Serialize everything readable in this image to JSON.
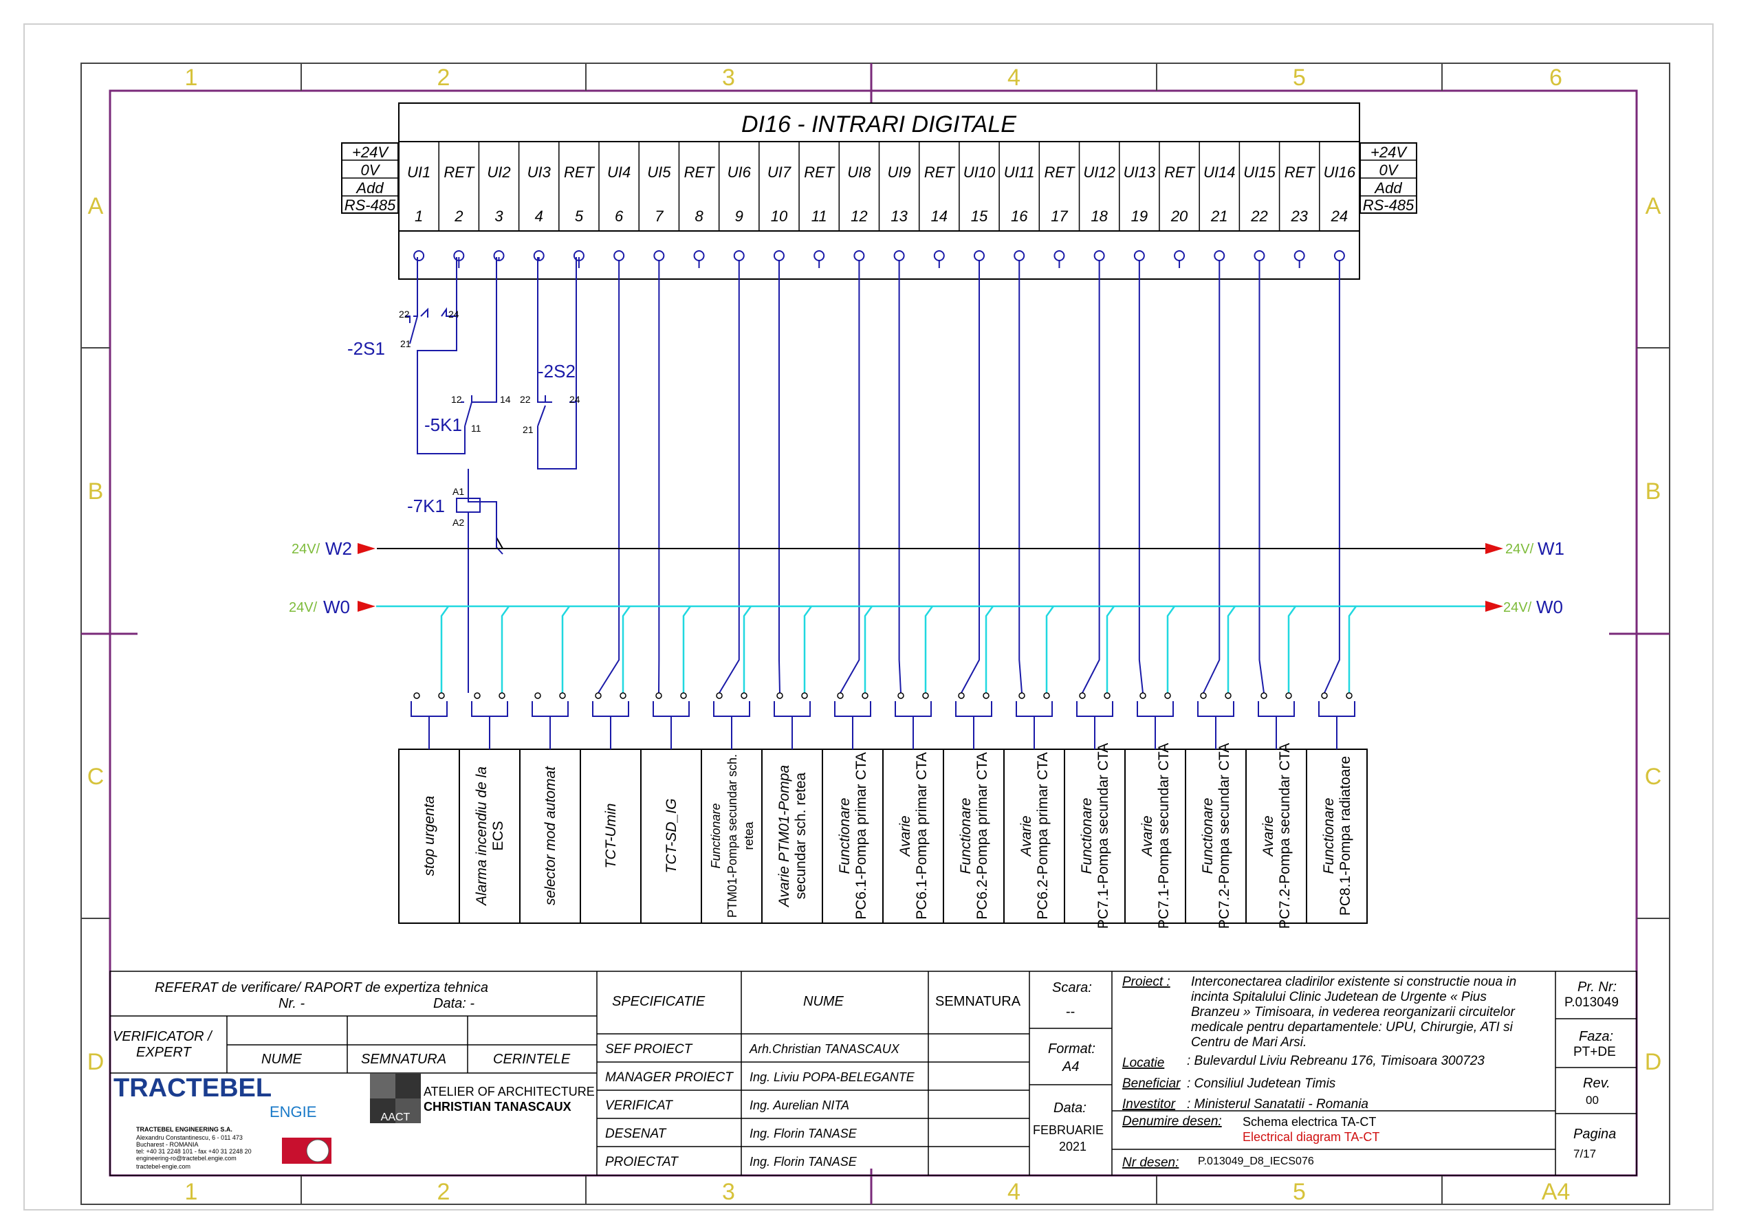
{
  "frame": {
    "columns": [
      "1",
      "2",
      "3",
      "4",
      "5",
      "6"
    ],
    "columns_bottom": [
      "1",
      "2",
      "3",
      "4",
      "5",
      "A4"
    ],
    "rows": [
      "A",
      "B",
      "C",
      "D"
    ]
  },
  "module": {
    "title": "DI16 - INTRARI DIGITALE",
    "left_labels": [
      "+24V",
      "0V",
      "Add",
      "RS-485"
    ],
    "right_labels": [
      "+24V",
      "0V",
      "Add",
      "RS-485"
    ],
    "terminals": [
      {
        "label": "UI1",
        "num": "1"
      },
      {
        "label": "RET",
        "num": "2"
      },
      {
        "label": "UI2",
        "num": "3"
      },
      {
        "label": "UI3",
        "num": "4"
      },
      {
        "label": "RET",
        "num": "5"
      },
      {
        "label": "UI4",
        "num": "6"
      },
      {
        "label": "UI5",
        "num": "7"
      },
      {
        "label": "RET",
        "num": "8"
      },
      {
        "label": "UI6",
        "num": "9"
      },
      {
        "label": "UI7",
        "num": "10"
      },
      {
        "label": "RET",
        "num": "11"
      },
      {
        "label": "UI8",
        "num": "12"
      },
      {
        "label": "UI9",
        "num": "13"
      },
      {
        "label": "RET",
        "num": "14"
      },
      {
        "label": "UI10",
        "num": "15"
      },
      {
        "label": "UI11",
        "num": "16"
      },
      {
        "label": "RET",
        "num": "17"
      },
      {
        "label": "UI12",
        "num": "18"
      },
      {
        "label": "UI13",
        "num": "19"
      },
      {
        "label": "RET",
        "num": "20"
      },
      {
        "label": "UI14",
        "num": "21"
      },
      {
        "label": "UI15",
        "num": "22"
      },
      {
        "label": "RET",
        "num": "23"
      },
      {
        "label": "UI16",
        "num": "24"
      }
    ]
  },
  "components": {
    "s1": {
      "name": "-2S1",
      "pin_a": "22",
      "pin_b": "24",
      "pin_c": "21"
    },
    "k1": {
      "name": "-5K1",
      "pin_a": "12",
      "pin_b": "14",
      "pin_c": "11"
    },
    "s2": {
      "name": "-2S2",
      "pin_a": "22",
      "pin_b": "24",
      "pin_c": "21"
    },
    "k7": {
      "name": "-7K1",
      "pin_a": "A1",
      "pin_b": "A2"
    }
  },
  "wires": {
    "w2_left": {
      "volt": "24V/",
      "name": "W2"
    },
    "w1_right": {
      "volt": "24V/",
      "name": "W1"
    },
    "w0_left": {
      "volt": "24V/",
      "name": "W0"
    },
    "w0_right": {
      "volt": "24V/",
      "name": "W0"
    }
  },
  "signals": [
    {
      "lines": [
        "stop urgenta"
      ]
    },
    {
      "lines": [
        "Alarma incendiu de la",
        "ECS"
      ]
    },
    {
      "lines": [
        "selector mod automat"
      ]
    },
    {
      "lines": [
        "TCT-Umin"
      ]
    },
    {
      "lines": [
        "TCT-SD_IG"
      ]
    },
    {
      "lines": [
        "Functionare",
        "PTM01-Pompa secundar sch.",
        "retea"
      ]
    },
    {
      "lines": [
        "Avarie PTM01-Pompa",
        "secundar sch. retea"
      ]
    },
    {
      "lines": [
        "Functionare",
        "PC6.1-Pompa primar CTA"
      ]
    },
    {
      "lines": [
        "Avarie",
        "PC6.1-Pompa primar CTA"
      ]
    },
    {
      "lines": [
        "Functionare",
        "PC6.2-Pompa primar CTA"
      ]
    },
    {
      "lines": [
        "Avarie",
        "PC6.2-Pompa primar CTA"
      ]
    },
    {
      "lines": [
        "Functionare",
        "PC7.1-Pompa secundar CTA"
      ]
    },
    {
      "lines": [
        "Avarie",
        "PC7.1-Pompa secundar CTA"
      ]
    },
    {
      "lines": [
        "Functionare",
        "PC7.2-Pompa secundar CTA"
      ]
    },
    {
      "lines": [
        "Avarie",
        "PC7.2-Pompa secundar CTA"
      ]
    },
    {
      "lines": [
        "Functionare",
        "PC8.1-Pompa radiatoare"
      ]
    }
  ],
  "title_block": {
    "referat_line1": "REFERAT de verificare/ RAPORT de expertiza tehnica",
    "referat_nr": "Nr. -",
    "referat_data": "Data: -",
    "verificator": [
      "VERIFICATOR /",
      "EXPERT"
    ],
    "col_nume": "NUME",
    "col_semnatura": "SEMNATURA",
    "col_cerintele": "CERINTELE",
    "spec_header": "SPECIFICATIE",
    "nume_header": "NUME",
    "semn_header": "SEMNATURA",
    "roles": [
      {
        "role": "SEF PROIECT",
        "name": "Arh.Christian TANASCAUX"
      },
      {
        "role": "MANAGER PROIECT",
        "name": "Ing. Liviu POPA-BELEGANTE"
      },
      {
        "role": "VERIFICAT",
        "name": "Ing. Aurelian NITA"
      },
      {
        "role": "DESENAT",
        "name": "Ing. Florin TANASE"
      },
      {
        "role": "PROIECTAT",
        "name": "Ing. Florin TANASE"
      }
    ],
    "scara_label": "Scara:",
    "scara_value": "--",
    "format_label": "Format:",
    "format_value": "A4",
    "data_label": "Data:",
    "data_value": [
      "FEBRUARIE",
      "2021"
    ],
    "proiect_label": "Proiect :",
    "proiect_text": [
      "Interconectarea cladirilor existente si constructie noua in",
      "incinta Spitalului Clinic Judetean de Urgente « Pius",
      "Branzeu » Timisoara, in vederea reorganizarii circuitelor",
      "medicale pentru departamentele: UPU, Chirurgie, ATI si",
      "Centru de Mari Arsi."
    ],
    "locatie_label": "Locatie",
    "locatie_text": ": Bulevardul Liviu Rebreanu 176, Timisoara 300723",
    "beneficiar_label": "Beneficiar",
    "beneficiar_text": ": Consiliul Judetean Timis",
    "investitor_label": "Investitor",
    "investitor_text": ": Ministerul Sanatatii - Romania",
    "denumire_label": "Denumire desen:",
    "denumire_ro": "Schema electrica TA-CT",
    "denumire_en": "Electrical diagram TA-CT",
    "nrdesen_label": "Nr desen:",
    "nrdesen_value": "P.013049_D8_IECS076",
    "prnr_label": "Pr. Nr:",
    "prnr_value": "P.013049",
    "faza_label": "Faza:",
    "faza_value": "PT+DE",
    "rev_label": "Rev.",
    "rev_value": "00",
    "pagina_label": "Pagina",
    "pagina_value": "7/17",
    "tractebel_logo": "TRACTEBEL",
    "engie_logo": "ENGIE",
    "tractebel_company": "TRACTEBEL ENGINEERING S.A.",
    "tractebel_address": [
      "Alexandru Constantinescu, 6 - 011 473",
      "Bucharest - ROMANIA",
      "tel: +40 31 2248 101 - fax +40 31 2248 20",
      "engineering-ro@tractebel.engie.com",
      "tractebel-engie.com"
    ],
    "atelier_line1": "ATELIER OF ARCHITECTURE",
    "atelier_line2": "CHRISTIAN TANASCAUX",
    "aact": "AACT"
  },
  "colors": {
    "frame_purple": "#7a2a7a",
    "wire_blue": "#1a1aa8",
    "wire_cyan": "#20d8e0",
    "arrow_red": "#e01010",
    "grid_yellow": "#d6c23a",
    "label_green": "#7dbb3a"
  }
}
